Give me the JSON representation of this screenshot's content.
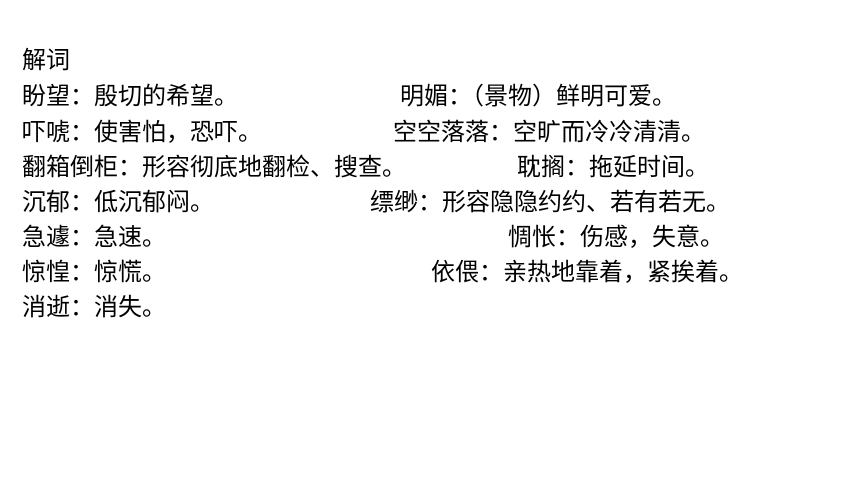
{
  "title": "解词",
  "entries": [
    {
      "left": "盼望：殷切的希望。",
      "right": "明媚：（景物）鲜明可爱。"
    },
    {
      "left": "吓唬：使害怕，恐吓。",
      "right": "空空落落：空旷而冷冷清清。"
    },
    {
      "left": "翻箱倒柜：形容彻底地翻检、搜查。",
      "right": "耽搁：拖延时间。"
    },
    {
      "left": "沉郁：低沉郁闷。",
      "right": "缥缈：形容隐隐约约、若有若无。"
    },
    {
      "left": "急遽：急速。",
      "right": "惆怅：伤感，失意。"
    },
    {
      "left": "惊惶：惊慌。",
      "right": "依偎：亲热地靠着，紧挨着。"
    },
    {
      "left": "消逝：消失。"
    }
  ]
}
